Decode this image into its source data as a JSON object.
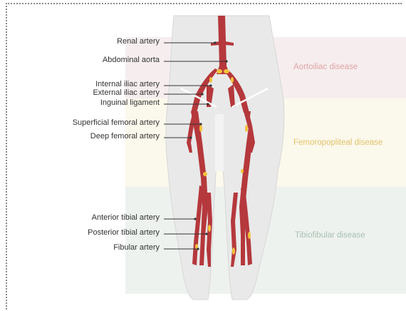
{
  "labels": {
    "renal": "Renal artery",
    "abdominal": "Abdominal aorta",
    "internal_iliac": "Internal iliac artery",
    "external_iliac": "External iliac artery",
    "inguinal": "Inguinal ligament",
    "superficial_femoral": "Superficial femoral artery",
    "deep_femoral": "Deep femoral artery",
    "anterior_tibial": "Anterior tibial artery",
    "posterior_tibial": "Posterior tibial artery",
    "fibular": "Fibular artery"
  },
  "zones": {
    "aortoiliac": "Aortoiliac disease",
    "femoropopliteal": "Femoropopliteal disease",
    "tibiofibular": "Tibiofibular disease"
  },
  "colors": {
    "aortoiliac_band": "#f6eeee",
    "aortoiliac_text": "#e0a3a6",
    "femoropopliteal_band": "#fbf8ec",
    "femoropopliteal_text": "#e3c26a",
    "tibiofibular_band": "#eef2ee",
    "tibiofibular_text": "#a9bfb3",
    "artery": "#b5383c",
    "artery_light": "#d25a5c",
    "plaque": "#f3c23c",
    "body": "#e8e8e8"
  }
}
